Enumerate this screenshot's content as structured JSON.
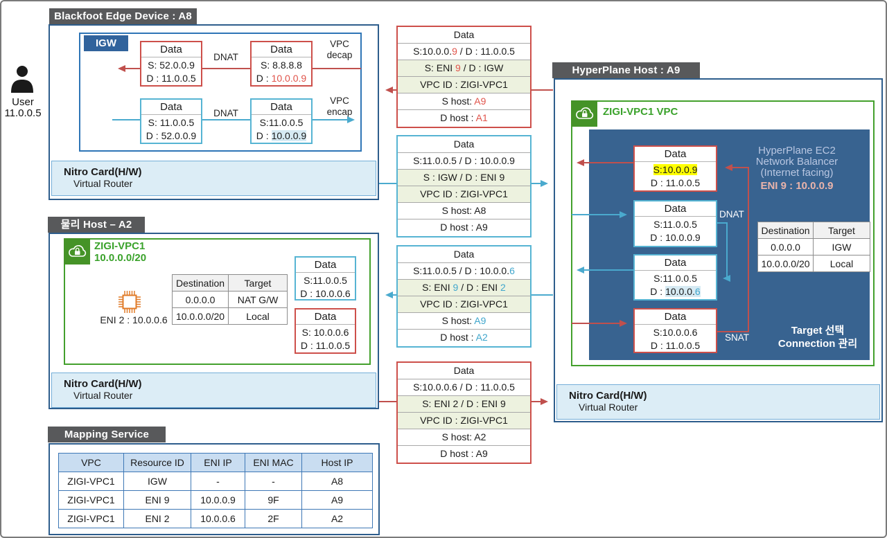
{
  "user": {
    "label": "User",
    "ip": "11.0.0.5"
  },
  "titles": {
    "blackfoot": "Blackfoot Edge Device : A8",
    "physical": "물리 Host – A2",
    "mapping": "Mapping Service",
    "hyperplane": "HyperPlane Host : A9"
  },
  "nitro": {
    "line1": "Nitro Card(H/W)",
    "line2": "Virtual Router"
  },
  "blackfoot": {
    "igw": "IGW",
    "dnat_top": "DNAT",
    "dnat_bottom": "DNAT",
    "decap_line1": "VPC",
    "decap_line2": "decap",
    "encap_line1": "VPC",
    "encap_line2": "encap",
    "box_top_left": {
      "title": "Data",
      "l1": [
        {
          "t": "S: 52.0.0.9"
        }
      ],
      "l2": [
        {
          "t": "D : 11.0.0.5"
        }
      ]
    },
    "box_top_right": {
      "title": "Data",
      "l1": [
        {
          "t": "S: 8.8.8.8"
        }
      ],
      "l2": [
        {
          "t": "D : "
        },
        {
          "t": "10.0.0.9",
          "c": "red"
        }
      ]
    },
    "box_bottom_left": {
      "title": "Data",
      "l1": [
        {
          "t": "S: 11.0.0.5"
        }
      ],
      "l2": [
        {
          "t": "D : 52.0.0.9"
        }
      ]
    },
    "box_bottom_right": {
      "title": "Data",
      "l1": [
        {
          "t": "S:11.0.0.5"
        }
      ],
      "l2": [
        {
          "t": "D : "
        },
        {
          "t": "10.0.0.9",
          "hl": "blue"
        }
      ]
    }
  },
  "physical": {
    "vpc_name": "ZIGI-VPC1",
    "vpc_cidr": "10.0.0.0/20",
    "eni_label": "ENI 2 : 10.0.0.6",
    "route_table": {
      "headers": [
        "Destination",
        "Target"
      ],
      "rows": [
        [
          "0.0.0.0",
          "NAT G/W"
        ],
        [
          "10.0.0.0/20",
          "Local"
        ]
      ]
    },
    "box_blue": {
      "title": "Data",
      "l1": [
        {
          "t": "S:11.0.0.5"
        }
      ],
      "l2": [
        {
          "t": "D : 10.0.0.6"
        }
      ]
    },
    "box_red": {
      "title": "Data",
      "l1": [
        {
          "t": "S: 10.0.0.6"
        }
      ],
      "l2": [
        {
          "t": "D : 11.0.0.5"
        }
      ]
    }
  },
  "hyperplane": {
    "vpc_label": "ZIGI-VPC1 VPC",
    "balancer_lines": [
      "HyperPlane EC2",
      "Network Balancer",
      "(Internet facing)"
    ],
    "eni_label": "ENI 9 : 10.0.0.9",
    "dnat": "DNAT",
    "snat": "SNAT",
    "target_line1": "Target 선택",
    "target_line2": "Connection 관리",
    "route_table": {
      "headers": [
        "Destination",
        "Target"
      ],
      "rows": [
        [
          "0.0.0.0",
          "IGW"
        ],
        [
          "10.0.0.0/20",
          "Local"
        ]
      ]
    },
    "box1": {
      "title": "Data",
      "l1": [
        {
          "t": "S:10.0.0.9",
          "hl": "yellow"
        }
      ],
      "l2": [
        {
          "t": "D : 11.0.0.5"
        }
      ]
    },
    "box2": {
      "title": "Data",
      "l1": [
        {
          "t": "S:11.0.0.5"
        }
      ],
      "l2": [
        {
          "t": "D : 10.0.0.9"
        }
      ]
    },
    "box3": {
      "title": "Data",
      "l1": [
        {
          "t": "S:11.0.0.5"
        }
      ],
      "l2": [
        {
          "t": "D : "
        },
        {
          "t": "10.0.0.",
          "hl": "blue"
        },
        {
          "t": "6",
          "hl": "blue",
          "c": "blue"
        }
      ]
    },
    "box4": {
      "title": "Data",
      "l1": [
        {
          "t": "S:10.0.0.6"
        }
      ],
      "l2": [
        {
          "t": "D : 11.0.0.5"
        }
      ]
    }
  },
  "mapping": {
    "headers": [
      "VPC",
      "Resource ID",
      "ENI IP",
      "ENI MAC",
      "Host IP"
    ],
    "rows": [
      [
        "ZIGI-VPC1",
        "IGW",
        "-",
        "-",
        "A8"
      ],
      [
        "ZIGI-VPC1",
        "ENI 9",
        "10.0.0.9",
        "9F",
        "A9"
      ],
      [
        "ZIGI-VPC1",
        "ENI 2",
        "10.0.0.6",
        "2F",
        "A2"
      ]
    ]
  },
  "packet_tables": [
    {
      "border": "red",
      "rows": [
        {
          "parts": [
            {
              "t": "Data"
            }
          ]
        },
        {
          "parts": [
            {
              "t": "S:10.0.0."
            },
            {
              "t": "9",
              "c": "red"
            },
            {
              "t": " / D : 11.0.0.5"
            }
          ]
        },
        {
          "green": true,
          "parts": [
            {
              "t": "S: ENI "
            },
            {
              "t": "9",
              "c": "red"
            },
            {
              "t": " / D : IGW"
            }
          ]
        },
        {
          "green": true,
          "parts": [
            {
              "t": "VPC ID : ZIGI-VPC1"
            }
          ]
        },
        {
          "parts": [
            {
              "t": "S host: "
            },
            {
              "t": "A9",
              "c": "red"
            }
          ]
        },
        {
          "parts": [
            {
              "t": "D host : "
            },
            {
              "t": "A1",
              "c": "red"
            }
          ]
        }
      ]
    },
    {
      "border": "blue",
      "rows": [
        {
          "parts": [
            {
              "t": "Data"
            }
          ]
        },
        {
          "parts": [
            {
              "t": "S:11.0.0.5 / D : 10.0.0.9"
            }
          ]
        },
        {
          "green": true,
          "parts": [
            {
              "t": "S : IGW / D : ENI 9"
            }
          ]
        },
        {
          "green": true,
          "parts": [
            {
              "t": "VPC ID : ZIGI-VPC1"
            }
          ]
        },
        {
          "parts": [
            {
              "t": "S host: A8"
            }
          ]
        },
        {
          "parts": [
            {
              "t": "D host : A9"
            }
          ]
        }
      ]
    },
    {
      "border": "blue",
      "rows": [
        {
          "parts": [
            {
              "t": "Data"
            }
          ]
        },
        {
          "parts": [
            {
              "t": "S:11.0.0.5 / D : 10.0.0."
            },
            {
              "t": "6",
              "c": "blue"
            }
          ]
        },
        {
          "green": true,
          "parts": [
            {
              "t": "S: ENI "
            },
            {
              "t": "9",
              "c": "blue"
            },
            {
              "t": " / D : ENI "
            },
            {
              "t": "2",
              "c": "blue"
            }
          ]
        },
        {
          "green": true,
          "parts": [
            {
              "t": "VPC ID : ZIGI-VPC1"
            }
          ]
        },
        {
          "parts": [
            {
              "t": "S host: "
            },
            {
              "t": "A9",
              "c": "blue"
            }
          ]
        },
        {
          "parts": [
            {
              "t": "D host : "
            },
            {
              "t": "A2",
              "c": "blue"
            }
          ]
        }
      ]
    },
    {
      "border": "red",
      "rows": [
        {
          "parts": [
            {
              "t": "Data"
            }
          ]
        },
        {
          "parts": [
            {
              "t": "S:10.0.0.6 / D : 11.0.0.5"
            }
          ]
        },
        {
          "green": true,
          "parts": [
            {
              "t": "S: ENI 2 / D : ENI 9"
            }
          ]
        },
        {
          "green": true,
          "parts": [
            {
              "t": "VPC ID : ZIGI-VPC1"
            }
          ]
        },
        {
          "parts": [
            {
              "t": "S host: A2"
            }
          ]
        },
        {
          "parts": [
            {
              "t": "D host : A9"
            }
          ]
        }
      ]
    }
  ],
  "colors": {
    "red_accent": "#c0504d",
    "blue_accent": "#4aaace",
    "red_text": "#e0534a",
    "blue_text": "#3fa6cc",
    "green_accent": "#3fa22c",
    "panel_blue": "#386390",
    "titlebar_gray": "#58595b",
    "nitro_blue": "#dcedf6",
    "row_green": "#edf2df",
    "highlight_yellow": "#ffff00",
    "highlight_blue": "#d6eaf3"
  }
}
